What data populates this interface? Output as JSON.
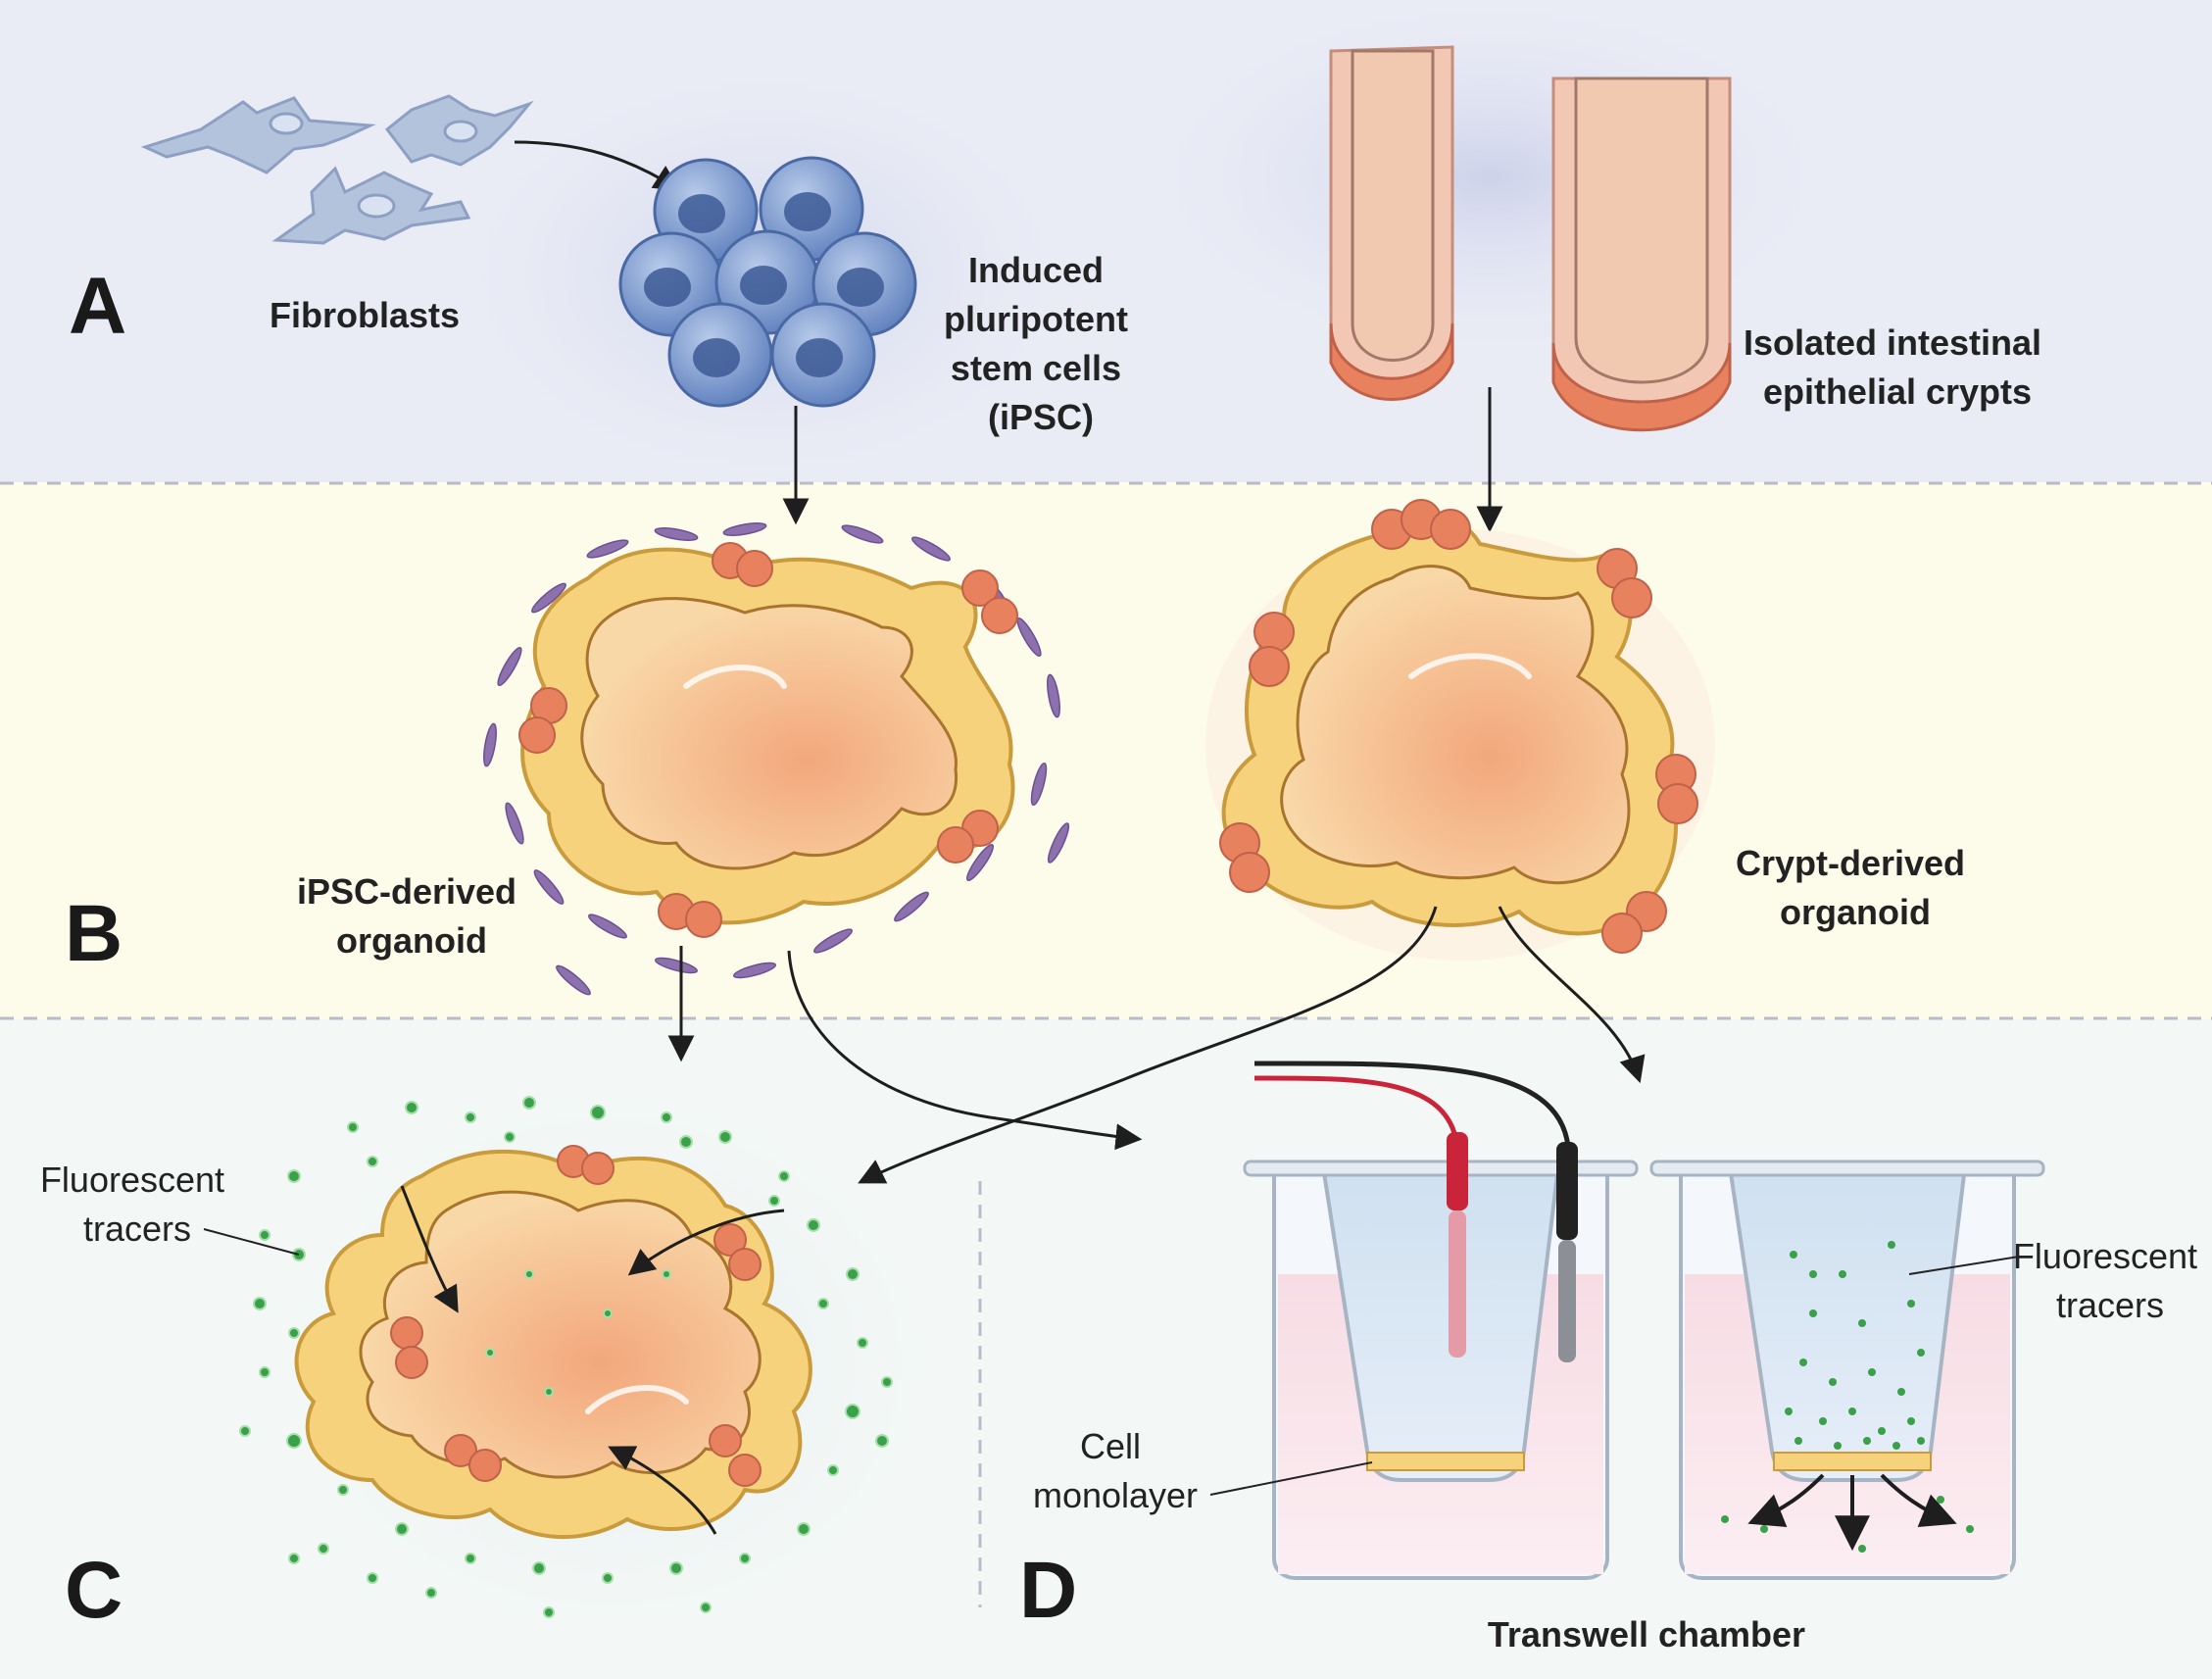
{
  "panels": {
    "a": "A",
    "b": "B",
    "c": "C",
    "d": "D"
  },
  "labels": {
    "fibroblasts": "Fibroblasts",
    "ipsc": [
      "Induced",
      "pluripotent",
      "stem cells",
      "(iPSC)"
    ],
    "crypts": [
      "Isolated intestinal",
      "epithelial crypts"
    ],
    "ipsc_organoid": [
      "iPSC-derived",
      "organoid"
    ],
    "crypt_organoid": [
      "Crypt-derived",
      "organoid"
    ],
    "tracers_c": [
      "Fluorescent",
      "tracers"
    ],
    "tracers_d": [
      "Fluorescent",
      "tracers"
    ],
    "monolayer": [
      "Cell",
      "monolayer"
    ],
    "transwell": "Transwell chamber"
  },
  "colors": {
    "band_a": "#e9ebf5",
    "band_b": "#fdfbea",
    "band_c": "#f3f8f6",
    "cell_blue": "#7f9ed3",
    "fibroblast": "#b3c3dc",
    "epithelium": "#f6d27c",
    "crypt_cell": "#e8825e",
    "lumen": "#f7cf9c",
    "mesenchyme": "#8d70ae",
    "tracer": "#3aa14a",
    "electrode_red": "#c9243a",
    "electrode_black": "#222222"
  }
}
